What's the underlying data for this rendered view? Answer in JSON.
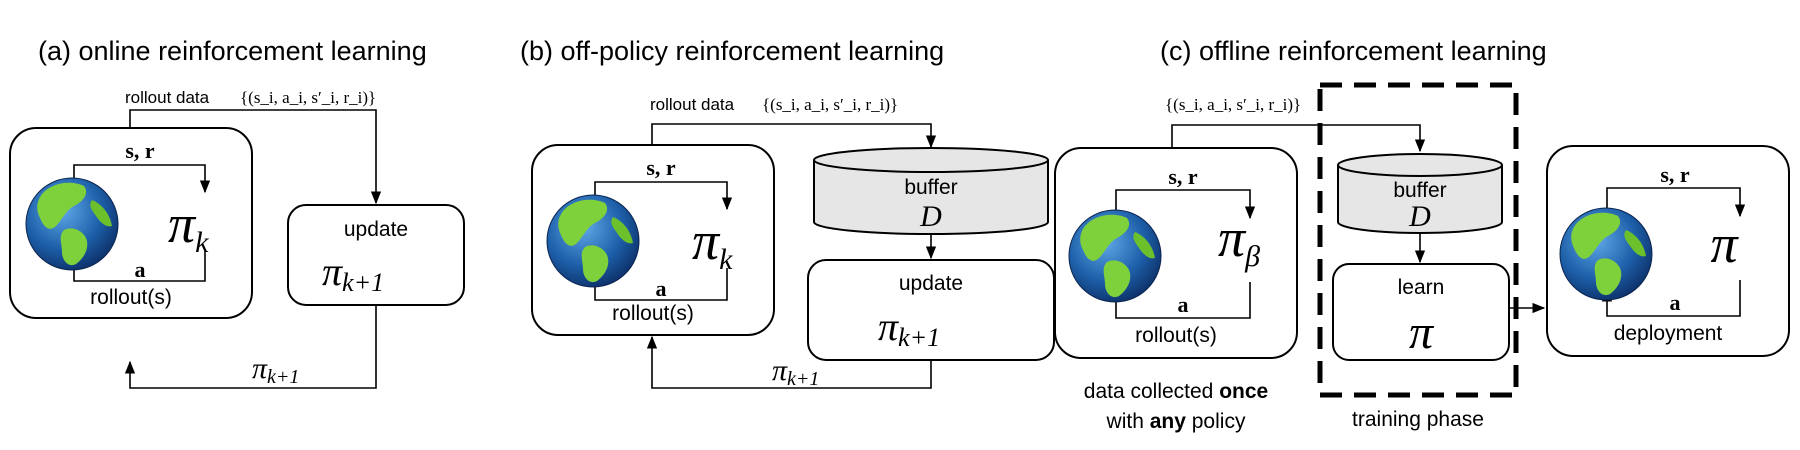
{
  "panels": {
    "a": {
      "title": "(a) online reinforcement learning",
      "rollout_data": "rollout data",
      "tuple": "{(s_i, a_i, s′_i, r_i)}",
      "state_reward": "s, r",
      "action": "a",
      "policy_symbol": "π",
      "policy_sub": "k",
      "box_label": "rollout(s)",
      "update_label": "update",
      "update_sub": "k+1",
      "feedback_sub": "k+1"
    },
    "b": {
      "title": "(b) off-policy reinforcement learning",
      "rollout_data": "rollout data",
      "tuple": "{(s_i, a_i, s′_i, r_i)}",
      "state_reward": "s, r",
      "action": "a",
      "policy_symbol": "π",
      "policy_sub": "k",
      "box_label": "rollout(s)",
      "buffer_label": "buffer",
      "buffer_symbol": "D",
      "update_label": "update",
      "update_sub": "k+1",
      "feedback_sub": "k+1"
    },
    "c": {
      "title": "(c) offline reinforcement learning",
      "tuple": "{(s_i, a_i, s′_i, r_i)}",
      "state_reward": "s, r",
      "action": "a",
      "policy_symbol": "π",
      "policy_sub": "β",
      "box_label": "rollout(s)",
      "buffer_label": "buffer",
      "buffer_symbol": "D",
      "learn_label": "learn",
      "deploy_state_reward": "s, r",
      "deploy_action": "a",
      "deploy_label": "deployment",
      "caption_line1_pre": "data collected ",
      "caption_line1_bold": "once",
      "caption_line2_pre": "with ",
      "caption_line2_bold": "any",
      "caption_line2_post": " policy",
      "training_phase": "training phase"
    }
  },
  "colors": {
    "ink": "#000000",
    "buffer_fill": "#e6e6e6",
    "ocean": "#1d5fa8",
    "land": "#7fd13b"
  },
  "icons": [
    "earth-globe-icon"
  ]
}
